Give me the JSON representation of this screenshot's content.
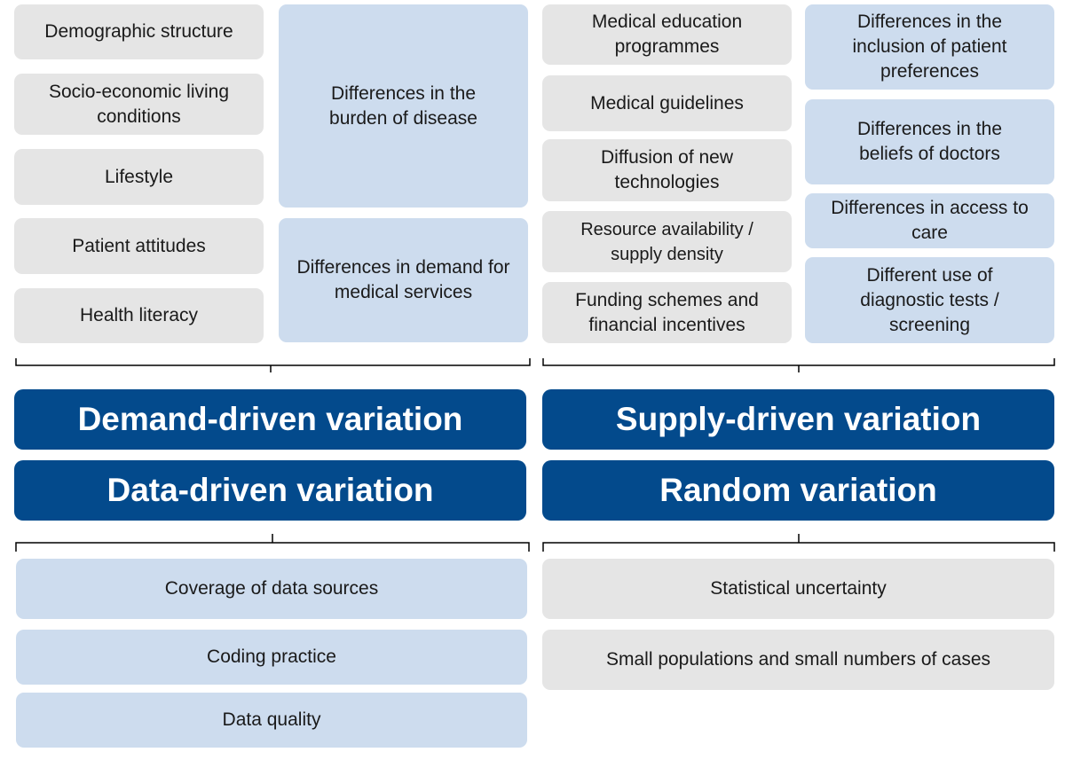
{
  "demand_factors": [
    "Demographic structure",
    "Socio-economic living conditions",
    "Lifestyle",
    "Patient attitudes",
    "Health literacy"
  ],
  "demand_differences": [
    "Differences in the burden of disease",
    "Differences in demand for medical services"
  ],
  "supply_factors": [
    "Medical education programmes",
    "Medical guidelines",
    "Diffusion of new technologies",
    "Resource availability / supply density",
    "Funding schemes and financial incentives"
  ],
  "supply_differences": [
    "Differences in the inclusion of patient preferences",
    "Differences in the beliefs of doctors",
    "Differences in access to care",
    "Different use of diagnostic tests / screening"
  ],
  "categories": {
    "demand": "Demand-driven variation",
    "supply": "Supply-driven variation",
    "data": "Data-driven variation",
    "random": "Random variation"
  },
  "data_factors": [
    "Coverage of data sources",
    "Coding practice",
    "Data quality"
  ],
  "random_factors": [
    "Statistical uncertainty",
    "Small populations and small numbers of cases"
  ],
  "colors": {
    "dark_blue": "#034a8c",
    "light_blue": "#cddcee",
    "gray": "#e5e5e5"
  }
}
